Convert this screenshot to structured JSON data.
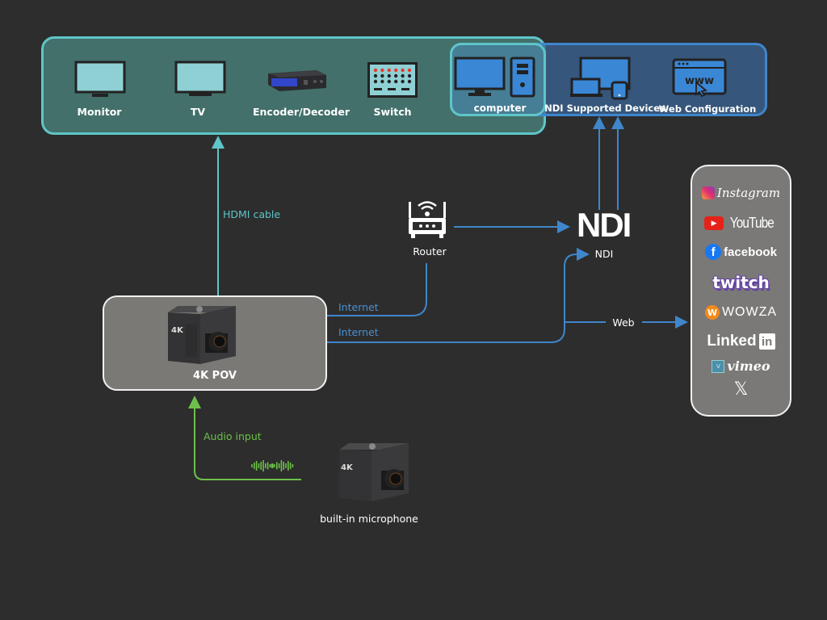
{
  "display_devices": [
    {
      "label": "Monitor",
      "icon": "monitor-icon"
    },
    {
      "label": "TV",
      "icon": "tv-icon"
    },
    {
      "label": "Encoder/Decoder",
      "icon": "encoder-decoder-icon"
    },
    {
      "label": "Switch",
      "icon": "switch-icon"
    }
  ],
  "network_devices": [
    {
      "label": "computer",
      "icon": "computer-icon"
    },
    {
      "label": "NDI Supported Devices",
      "icon": "ndi-devices-icon"
    },
    {
      "label": "Web Configuration",
      "icon": "web-configuration-icon"
    }
  ],
  "web_config_text": "www",
  "router": {
    "label": "Router"
  },
  "ndi": {
    "logo_text": "NDI",
    "label": "NDI"
  },
  "camera": {
    "label": "4K POV",
    "badge": "4K"
  },
  "microphone": {
    "label": "built-in microphone"
  },
  "connections": {
    "hdmi": "HDMI cable",
    "internet_router": "Internet",
    "internet_direct": "Internet",
    "web": "Web",
    "audio": "Audio input"
  },
  "platforms": [
    {
      "name": "Instagram",
      "icon": "instagram-icon"
    },
    {
      "name": "YouTube",
      "icon": "youtube-icon"
    },
    {
      "name": "facebook",
      "icon": "facebook-icon"
    },
    {
      "name": "twitch",
      "icon": "twitch-logo"
    },
    {
      "name": "WOWZA",
      "icon": "wowza-icon"
    },
    {
      "name": "Linked",
      "suffix": "in",
      "icon": "linkedin-icon"
    },
    {
      "name": "vimeo",
      "icon": "vimeo-icon"
    },
    {
      "name": "𝕏",
      "icon": "x-icon"
    }
  ],
  "colors": {
    "background": "#2d2d2d",
    "hdmi": "#5fc5c8",
    "network": "#3f86cc",
    "audio": "#6cc04a",
    "display_group_fill": "#43706a",
    "screen": "#8fd0d4",
    "network_screen": "#3a87d6"
  }
}
